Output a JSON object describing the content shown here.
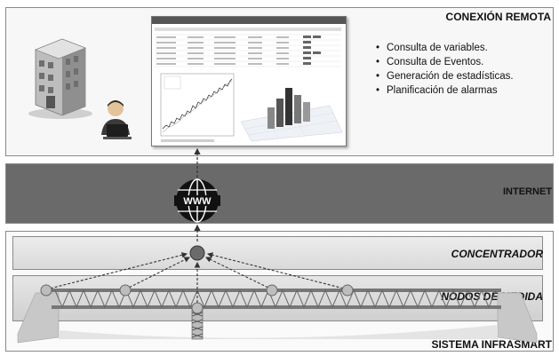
{
  "sections": {
    "remote_label": "CONEXIÓN REMOTA",
    "internet_label": "INTERNET",
    "concentrator_label": "CONCENTRADOR",
    "nodes_label": "NODOS DE MEDIDA",
    "system_label": "SISTEMA INFRASMART"
  },
  "features": [
    "Consulta de variables.",
    "Consulta de Eventos.",
    "Generación de estadísticas.",
    "Planificación de alarmas"
  ],
  "globe_text": "WWW",
  "colors": {
    "internet_band": "#6a6a6a",
    "node_fill": "#bdbdbd",
    "concentrator_fill": "#6b6b6b",
    "arrow": "#333333"
  }
}
